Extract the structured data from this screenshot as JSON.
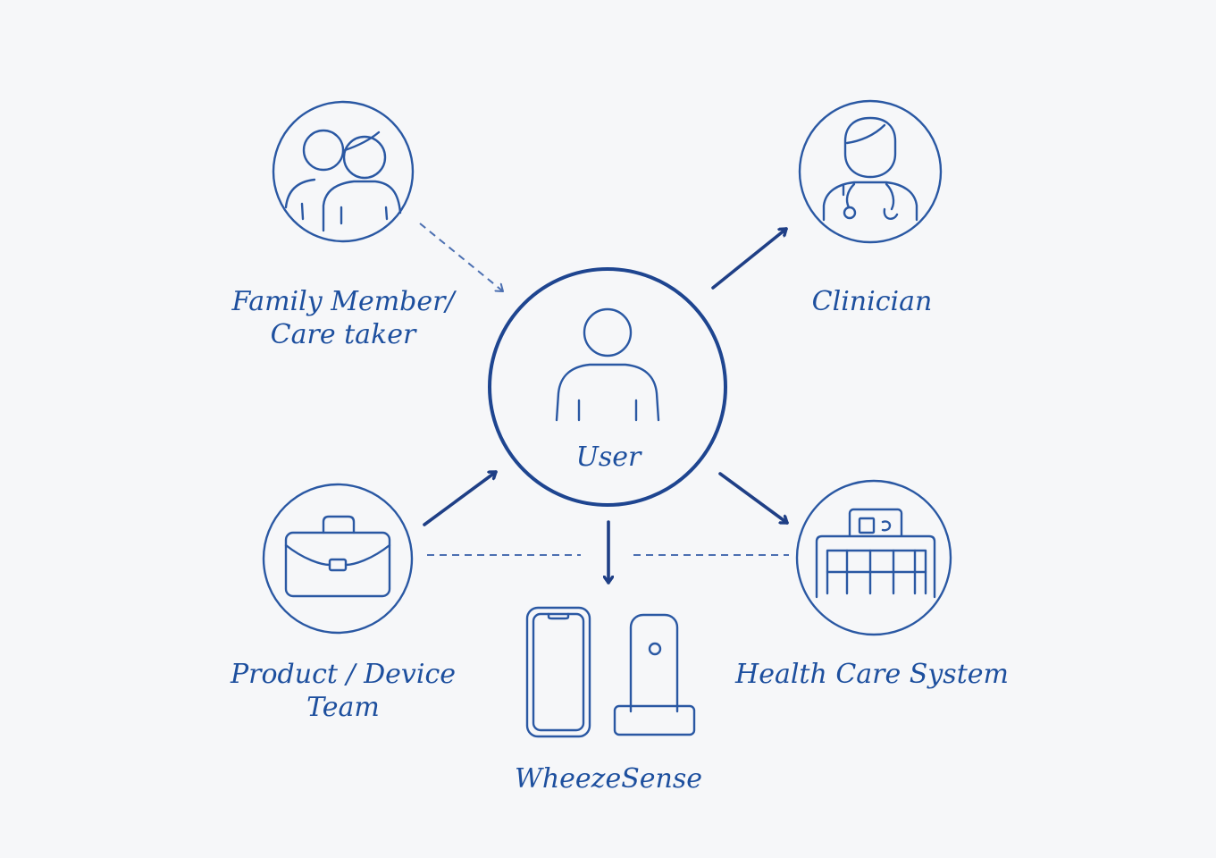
{
  "nodes": {
    "family": {
      "line1": "Family Member/",
      "line2": "Care taker",
      "icon": "family-icon"
    },
    "clinician": {
      "label": "Clinician",
      "icon": "doctor-icon"
    },
    "user": {
      "label": "User",
      "icon": "user-icon"
    },
    "product": {
      "line1": "Product / Device",
      "line2": "Team",
      "icon": "briefcase-icon"
    },
    "health": {
      "label": "Health Care System",
      "icon": "hospital-icon"
    },
    "wheezesense": {
      "label": "WheezeSense",
      "icon": "device-icon"
    }
  },
  "colors": {
    "primary": "#2a58a3",
    "text": "#1d4f9e",
    "background": "#f6f7f9"
  }
}
